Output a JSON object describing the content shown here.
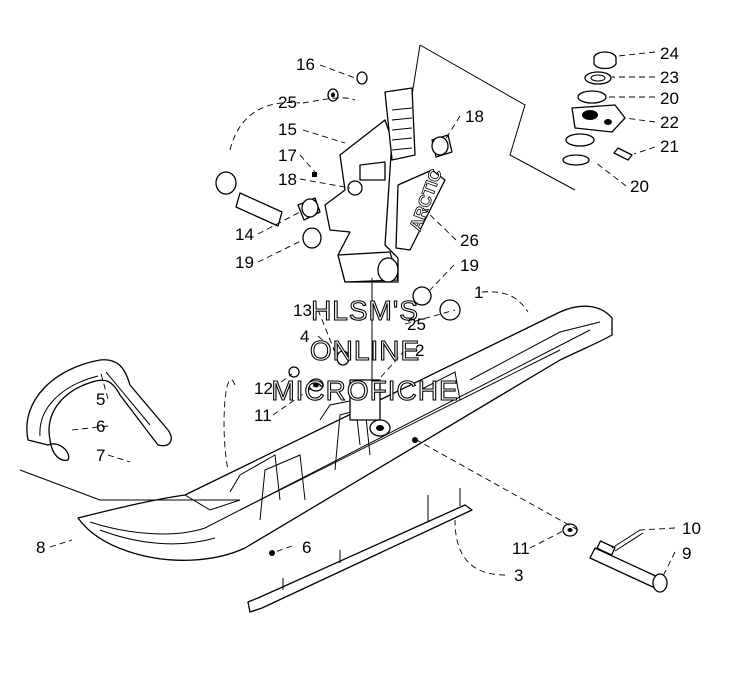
{
  "watermark": {
    "line1": "HLSM'S",
    "line2": "ONLINE",
    "line3": "MICROFICHE"
  },
  "callouts": [
    "24",
    "23",
    "20",
    "22",
    "21",
    "20",
    "16",
    "25",
    "15",
    "18",
    "17",
    "18",
    "14",
    "19",
    "26",
    "19",
    "1",
    "13",
    "4",
    "25",
    "2",
    "12",
    "11",
    "5",
    "6",
    "7",
    "8",
    "6",
    "11",
    "10",
    "9",
    "3"
  ],
  "logo_text": "ARCTIC",
  "colors": {
    "line": "#000000",
    "background": "#ffffff"
  }
}
